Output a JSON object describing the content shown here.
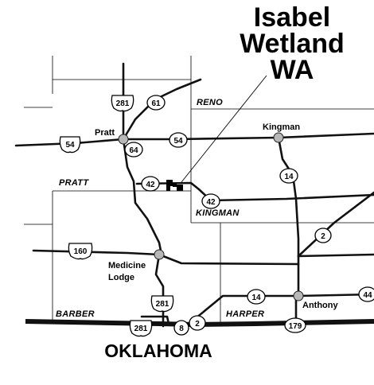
{
  "title_lines": [
    "Isabel",
    "Wetland",
    "WA"
  ],
  "state_label": "OKLAHOMA",
  "counties": [
    "RENO",
    "PRATT",
    "KINGMAN",
    "BARBER",
    "HARPER"
  ],
  "towns": [
    "Pratt",
    "Kingman",
    "Medicine",
    "Lodge",
    "Anthony"
  ],
  "routes": {
    "us": [
      "281",
      "54",
      "160",
      "281",
      "281"
    ],
    "state": [
      "61",
      "64",
      "54",
      "42",
      "42",
      "14",
      "2",
      "14",
      "179",
      "2",
      "8",
      "44"
    ]
  },
  "icons": [
    "wildlife-area-marker-icon"
  ]
}
